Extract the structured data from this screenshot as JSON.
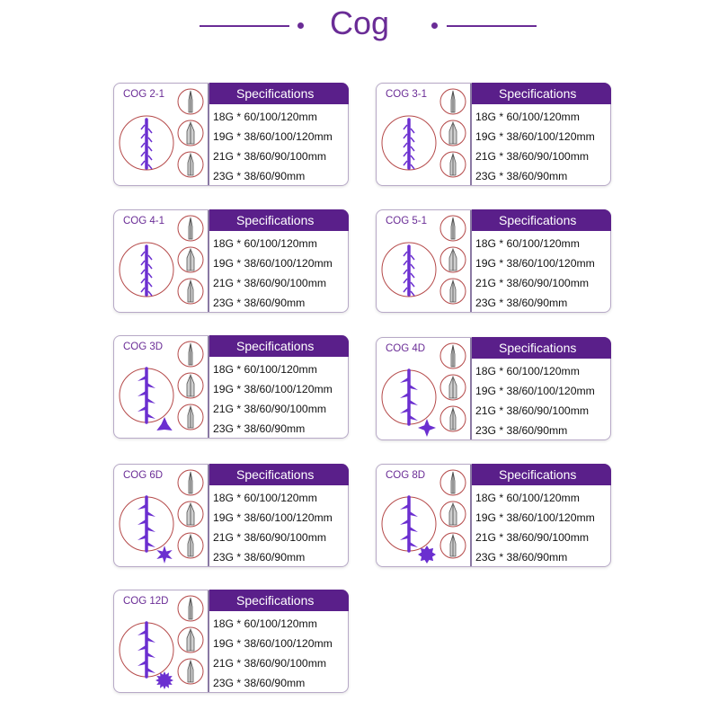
{
  "title": "Cog",
  "colors": {
    "accent": "#6a2c96",
    "header_bg": "#5a1f8a",
    "thread": "#6b2fd0",
    "needle_circle": "#b54a4a"
  },
  "cards": [
    {
      "name": "COG 2-1",
      "spec_title": "Specifications",
      "specs": [
        "18G * 60/100/120mm",
        "19G * 38/60/100/120mm",
        "21G * 38/60/90/100mm",
        "23G * 38/60/90mm"
      ]
    },
    {
      "name": "COG 3-1",
      "spec_title": "Specifications",
      "specs": [
        "18G * 60/100/120mm",
        "19G * 38/60/100/120mm",
        "21G * 38/60/90/100mm",
        "23G * 38/60/90mm"
      ]
    },
    {
      "name": "COG 4-1",
      "spec_title": "Specifications",
      "specs": [
        "18G * 60/100/120mm",
        "19G * 38/60/100/120mm",
        "21G * 38/60/90/100mm",
        "23G * 38/60/90mm"
      ]
    },
    {
      "name": "COG 5-1",
      "spec_title": "Specifications",
      "specs": [
        "18G * 60/100/120mm",
        "19G * 38/60/100/120mm",
        "21G * 38/60/90/100mm",
        "23G * 38/60/90mm"
      ]
    },
    {
      "name": "COG 3D",
      "spec_title": "Specifications",
      "specs": [
        "18G * 60/100/120mm",
        "19G * 38/60/100/120mm",
        "21G * 38/60/90/100mm",
        "23G * 38/60/90mm"
      ]
    },
    {
      "name": "COG 4D",
      "spec_title": "Specifications",
      "specs": [
        "18G * 60/100/120mm",
        "19G * 38/60/100/120mm",
        "21G * 38/60/90/100mm",
        "23G * 38/60/90mm"
      ]
    },
    {
      "name": "COG 6D",
      "spec_title": "Specifications",
      "specs": [
        "18G * 60/100/120mm",
        "19G * 38/60/100/120mm",
        "21G * 38/60/90/100mm",
        "23G * 38/60/90mm"
      ]
    },
    {
      "name": "COG 8D",
      "spec_title": "Specifications",
      "specs": [
        "18G * 60/100/120mm",
        "19G * 38/60/100/120mm",
        "21G * 38/60/90/100mm",
        "23G * 38/60/90mm"
      ]
    },
    {
      "name": "COG 12D",
      "spec_title": "Specifications",
      "specs": [
        "18G * 60/100/120mm",
        "19G * 38/60/100/120mm",
        "21G * 38/60/90/100mm",
        "23G * 38/60/90mm"
      ]
    }
  ]
}
